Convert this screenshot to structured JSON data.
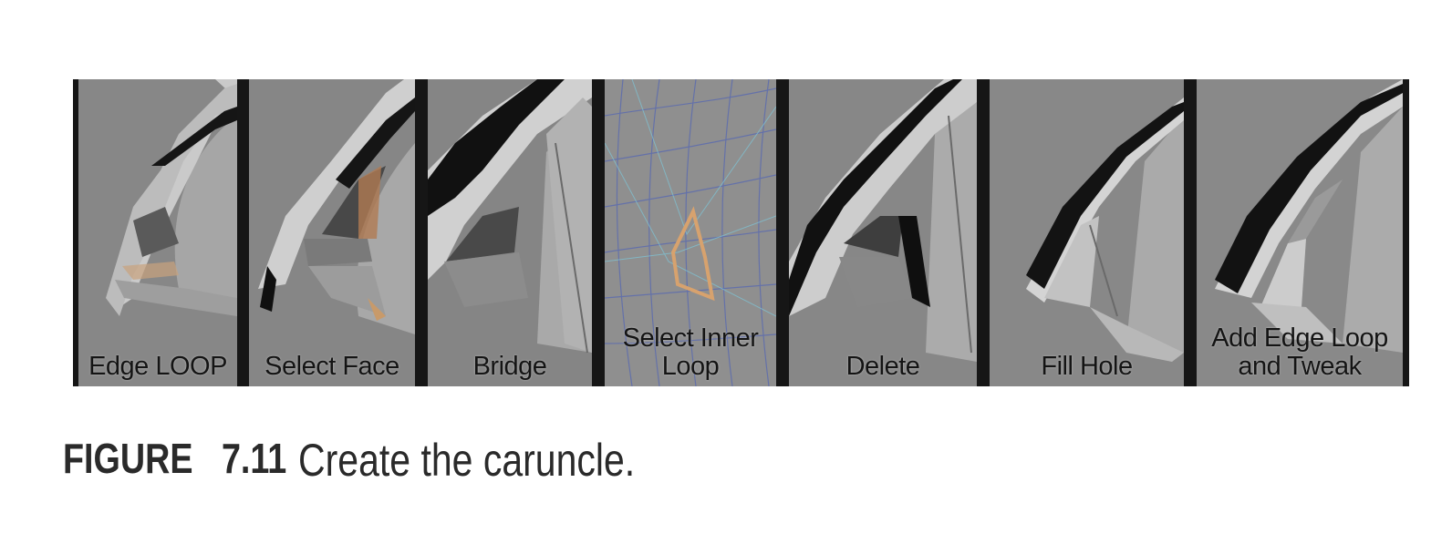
{
  "figure": {
    "label": "FIGURE   7.11",
    "caption": "Create the caruncle."
  },
  "panels": [
    {
      "line1": "Edge LOOP",
      "line2": ""
    },
    {
      "line1": "Select Face",
      "line2": ""
    },
    {
      "line1": "Bridge",
      "line2": ""
    },
    {
      "line1": "Select Inner",
      "line2": "Loop"
    },
    {
      "line1": "Delete",
      "line2": ""
    },
    {
      "line1": "Fill Hole",
      "line2": ""
    },
    {
      "line1": "Add Edge Loop",
      "line2": "and Tweak"
    }
  ],
  "colors": {
    "background": "#ffffff",
    "panel_gray": "#8a8a8a",
    "eyeball": "#a9a9a9",
    "highlight": "#c89a6a",
    "wire": "#5a6ab0",
    "wire_cyan": "#7ec6d8"
  }
}
